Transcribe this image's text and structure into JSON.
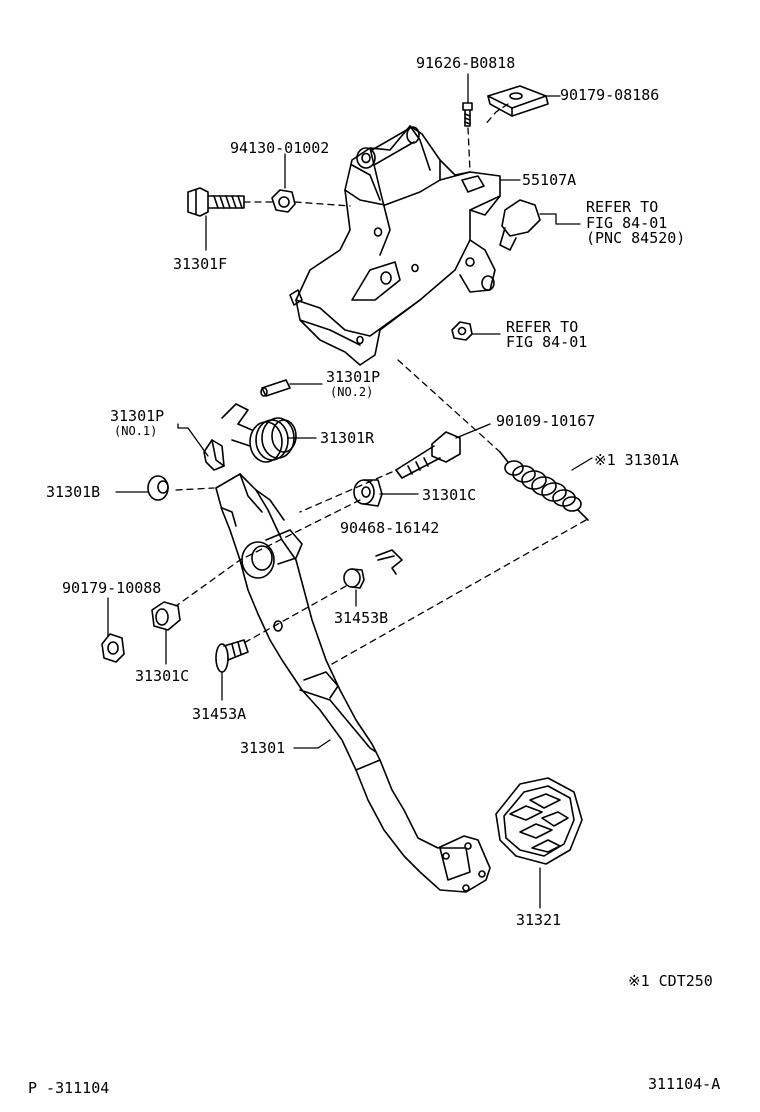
{
  "colors": {
    "ink": "#000000",
    "paper": "#ffffff"
  },
  "labels": {
    "p91626": "91626-B0818",
    "p90179_08186": "90179-08186",
    "p94130": "94130-01002",
    "p55107A": "55107A",
    "refer1_a": "REFER TO",
    "refer1_b": "FIG 84-01",
    "refer1_c": "(PNC 84520)",
    "p31301F": "31301F",
    "refer2_a": "REFER TO",
    "refer2_b": "FIG 84-01",
    "p31301P_no2": "31301P",
    "no2": "(NO.2)",
    "p31301P_no1": "31301P",
    "no1": "(NO.1)",
    "p31301R": "31301R",
    "p90109": "90109-10167",
    "p31301A": "※1 31301A",
    "p31301B": "31301B",
    "p31301C_upper": "31301C",
    "p90468": "90468-16142",
    "p90179_10088": "90179-10088",
    "p31453B": "31453B",
    "p31301C_lower": "31301C",
    "p31453A": "31453A",
    "p31301": "31301",
    "p31321": "31321",
    "note": "※1 CDT250",
    "page_ref": "P -311104",
    "fig_ref": "311104-A"
  }
}
